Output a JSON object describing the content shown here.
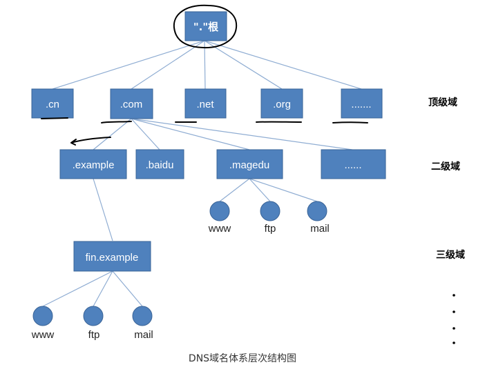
{
  "root": {
    "label": "\".\"根"
  },
  "tld": [
    ".cn",
    ".com",
    ".net",
    ".org",
    "......."
  ],
  "second_level": [
    ".example",
    ".baidu",
    ".magedu",
    "......"
  ],
  "third_level": [
    "fin.example"
  ],
  "magedu_hosts": [
    "www",
    "ftp",
    "mail"
  ],
  "fin_hosts": [
    "www",
    "ftp",
    "mail"
  ],
  "levels": [
    "顶级域",
    "二级域",
    "三级域"
  ],
  "caption": "DNS域名体系层次结构图",
  "colors": {
    "node_fill": "#4f81bd",
    "edge": "#8eacd2"
  }
}
